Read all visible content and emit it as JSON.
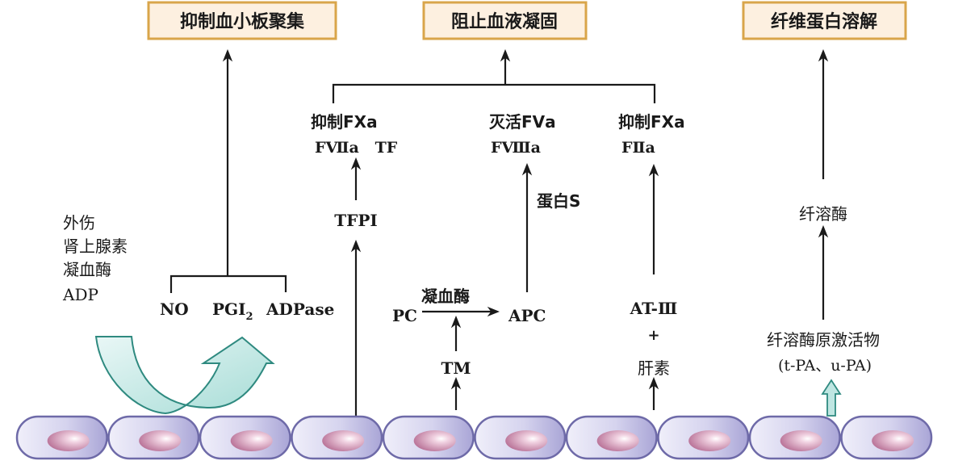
{
  "outcomes": {
    "platelet": "抑制血小板聚集",
    "coagulation": "阻止血液凝固",
    "fibrinolysis": "纤维蛋白溶解"
  },
  "stimuli": [
    "外伤",
    "肾上腺素",
    "凝血酶",
    "ADP"
  ],
  "platelet_factors": {
    "no": "NO",
    "pgi": "PGI",
    "pgi_sub": "2",
    "adpase": "ADPase"
  },
  "tfpi_branch": {
    "effect_line1": "抑制FⅩa",
    "effect_line2": "FⅦa   TF",
    "source": "TFPI"
  },
  "apc_branch": {
    "effect_line1": "灭活FⅤa",
    "effect_line2": "FⅧa",
    "cofactor": "蛋白S",
    "substrate": "PC",
    "enzyme": "凝血酶",
    "product": "APC",
    "activator": "TM"
  },
  "at_branch": {
    "effect_line1": "抑制FⅩa",
    "effect_line2": "FⅡa",
    "inhibitor": "AT-Ⅲ",
    "plus": "+",
    "heparin": "肝素"
  },
  "fibrinolysis_branch": {
    "enzyme": "纤溶酶",
    "activator": "纤溶酶原激活物",
    "activator_types": "(t-PA、u-PA)"
  },
  "colors": {
    "box_fill": "#fdf0e0",
    "box_border": "#d9a54a",
    "arrow_teal": "#2f8a80",
    "arrow_fill": "#bfe6e2",
    "cell_fill": "#c9c6e6",
    "cell_border": "#6e6aa8",
    "nucleus": "#c97fa4"
  },
  "endothelial_cell_count": 10
}
